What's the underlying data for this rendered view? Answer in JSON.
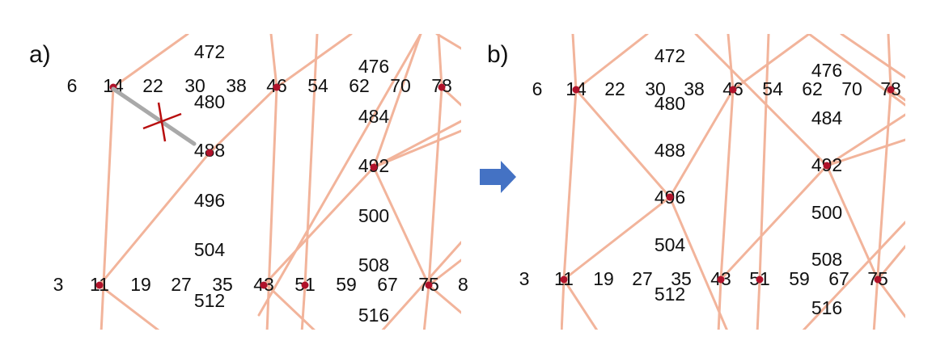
{
  "colors": {
    "edge": "#f2b49b",
    "node": "#b0122a",
    "removed_edge": "#a9a9a9",
    "cross": "#b80f0f",
    "arrow": "#4472c4",
    "text": "#111111"
  },
  "panels": [
    {
      "id": "a",
      "label": "a)",
      "nodes": [
        "14",
        "46",
        "78",
        "488",
        "492",
        "11",
        "43",
        "51",
        "75"
      ],
      "removed_edge": [
        "14",
        "488"
      ],
      "labels": [
        "472",
        "476",
        "6",
        "14",
        "22",
        "30",
        "38",
        "46",
        "54",
        "62",
        "70",
        "78",
        "480",
        "484",
        "488",
        "492",
        "496",
        "500",
        "504",
        "508",
        "3",
        "11",
        "19",
        "27",
        "35",
        "43",
        "51",
        "59",
        "67",
        "75",
        "8",
        "512",
        "516"
      ]
    },
    {
      "id": "b",
      "label": "b)",
      "nodes": [
        "14",
        "46",
        "78",
        "496",
        "492",
        "11",
        "43",
        "51",
        "75"
      ],
      "labels": [
        "472",
        "476",
        "6",
        "14",
        "22",
        "30",
        "38",
        "46",
        "54",
        "62",
        "70",
        "78",
        "480",
        "484",
        "488",
        "492",
        "496",
        "500",
        "504",
        "508",
        "3",
        "11",
        "19",
        "27",
        "35",
        "43",
        "51",
        "59",
        "67",
        "75",
        "512",
        "516"
      ]
    }
  ]
}
